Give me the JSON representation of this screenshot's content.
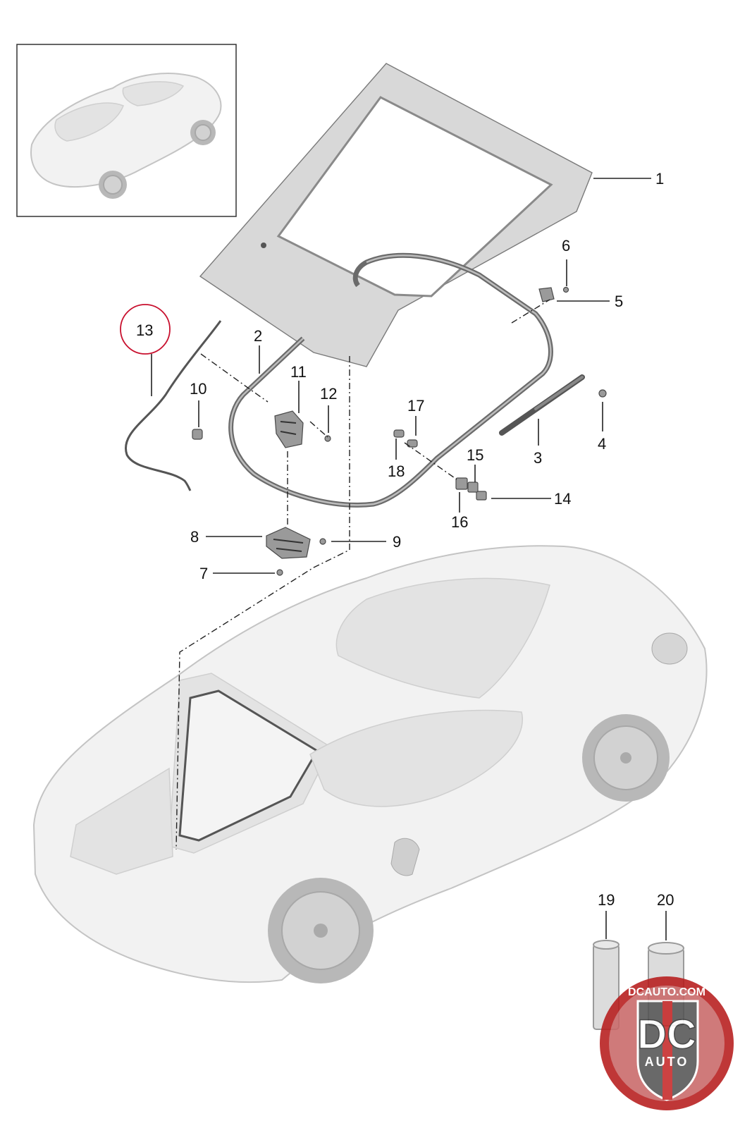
{
  "diagram": {
    "callouts": [
      "1",
      "2",
      "3",
      "4",
      "5",
      "6",
      "7",
      "8",
      "9",
      "10",
      "11",
      "12",
      "13",
      "14",
      "15",
      "16",
      "17",
      "18",
      "19",
      "20"
    ],
    "highlighted_callout": "13",
    "highlight_color": "#c8102e"
  },
  "logo": {
    "top_text": "DCAUTO.COM",
    "initials": "DC",
    "bottom_text": "AUTO",
    "colors": {
      "ring": "#b71c1c",
      "shield": "#555555",
      "stripe": "#c62828"
    }
  }
}
